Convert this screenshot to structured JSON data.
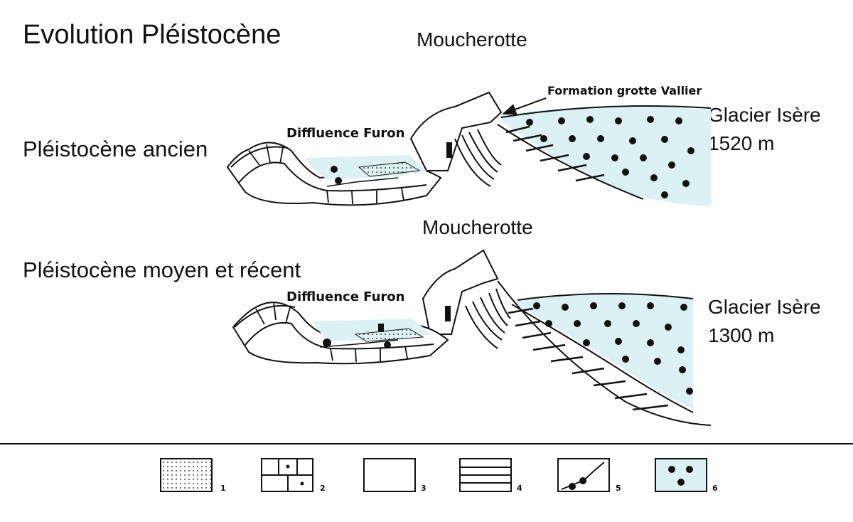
{
  "title": "Evolution Pléistocène",
  "colors": {
    "ice": "#dcf1f3",
    "ink": "#111111"
  },
  "panels": [
    {
      "period": "Pléistocène ancien",
      "peak": "Moucherotte",
      "diffluence": "Diffluence Furon",
      "annotation": "Formation grotte Vallier",
      "glacier_name": "Glacier Isère",
      "glacier_altitude": "1520 m"
    },
    {
      "period": "Pléistocène moyen et récent",
      "peak": "Moucherotte",
      "diffluence": "Diffluence Furon",
      "glacier_name": "Glacier Isère",
      "glacier_altitude": "1300 m"
    }
  ],
  "legend": [
    {
      "number": "1",
      "pattern": "dotted-sand"
    },
    {
      "number": "2",
      "pattern": "limestone-blocks"
    },
    {
      "number": "3",
      "pattern": "plain"
    },
    {
      "number": "4",
      "pattern": "strata-lines"
    },
    {
      "number": "5",
      "pattern": "karst-conduit"
    },
    {
      "number": "6",
      "pattern": "glacier-ice"
    }
  ]
}
